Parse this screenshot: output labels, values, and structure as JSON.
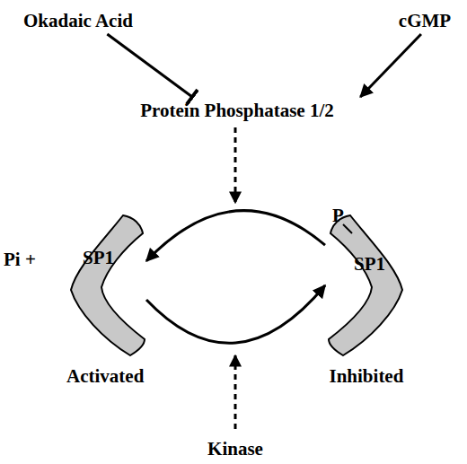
{
  "diagram": {
    "nodes": [
      {
        "text": [
          "Okadaic Acid"
        ]
      },
      {
        "text": [
          "cGMP"
        ]
      },
      {
        "text": [
          "Protein Phosphatase 1/2"
        ]
      },
      {
        "text": [
          "SP1"
        ]
      },
      {
        "text": [
          "P",
          "SP1"
        ]
      },
      {
        "text": [
          "Kinase"
        ]
      }
    ],
    "edges": [
      {
        "from": 0,
        "to": 2,
        "arrow": "to"
      },
      {
        "from": 1,
        "to": 2,
        "arrow": "to"
      },
      {
        "from": 4,
        "to": 3,
        "arrow": "to"
      },
      {
        "from": 3,
        "to": 4,
        "arrow": "to"
      }
    ],
    "labels": [
      "Pi +",
      "Activated",
      "Inhibited"
    ]
  }
}
